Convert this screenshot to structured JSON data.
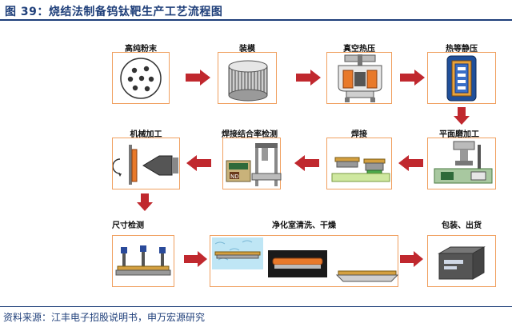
{
  "title": "图 39：烧结法制备钨钛靶生产工艺流程图",
  "steps": [
    {
      "label": "高纯粉末"
    },
    {
      "label": "装模"
    },
    {
      "label": "真空热压"
    },
    {
      "label": "热等静压"
    },
    {
      "label": "平面磨加工"
    },
    {
      "label": "焊接"
    },
    {
      "label": "焊接结合率检测"
    },
    {
      "label": "机械加工"
    },
    {
      "label": "尺寸检测"
    },
    {
      "label": "净化室清洗、干燥"
    },
    {
      "label": "包装、出货"
    }
  ],
  "inset_text": "ND",
  "source": "资料来源：江丰电子招股说明书，申万宏源研究",
  "colors": {
    "arrow": "#c0282e",
    "box_border": "#f0a060",
    "brand": "#1f3f7a"
  }
}
